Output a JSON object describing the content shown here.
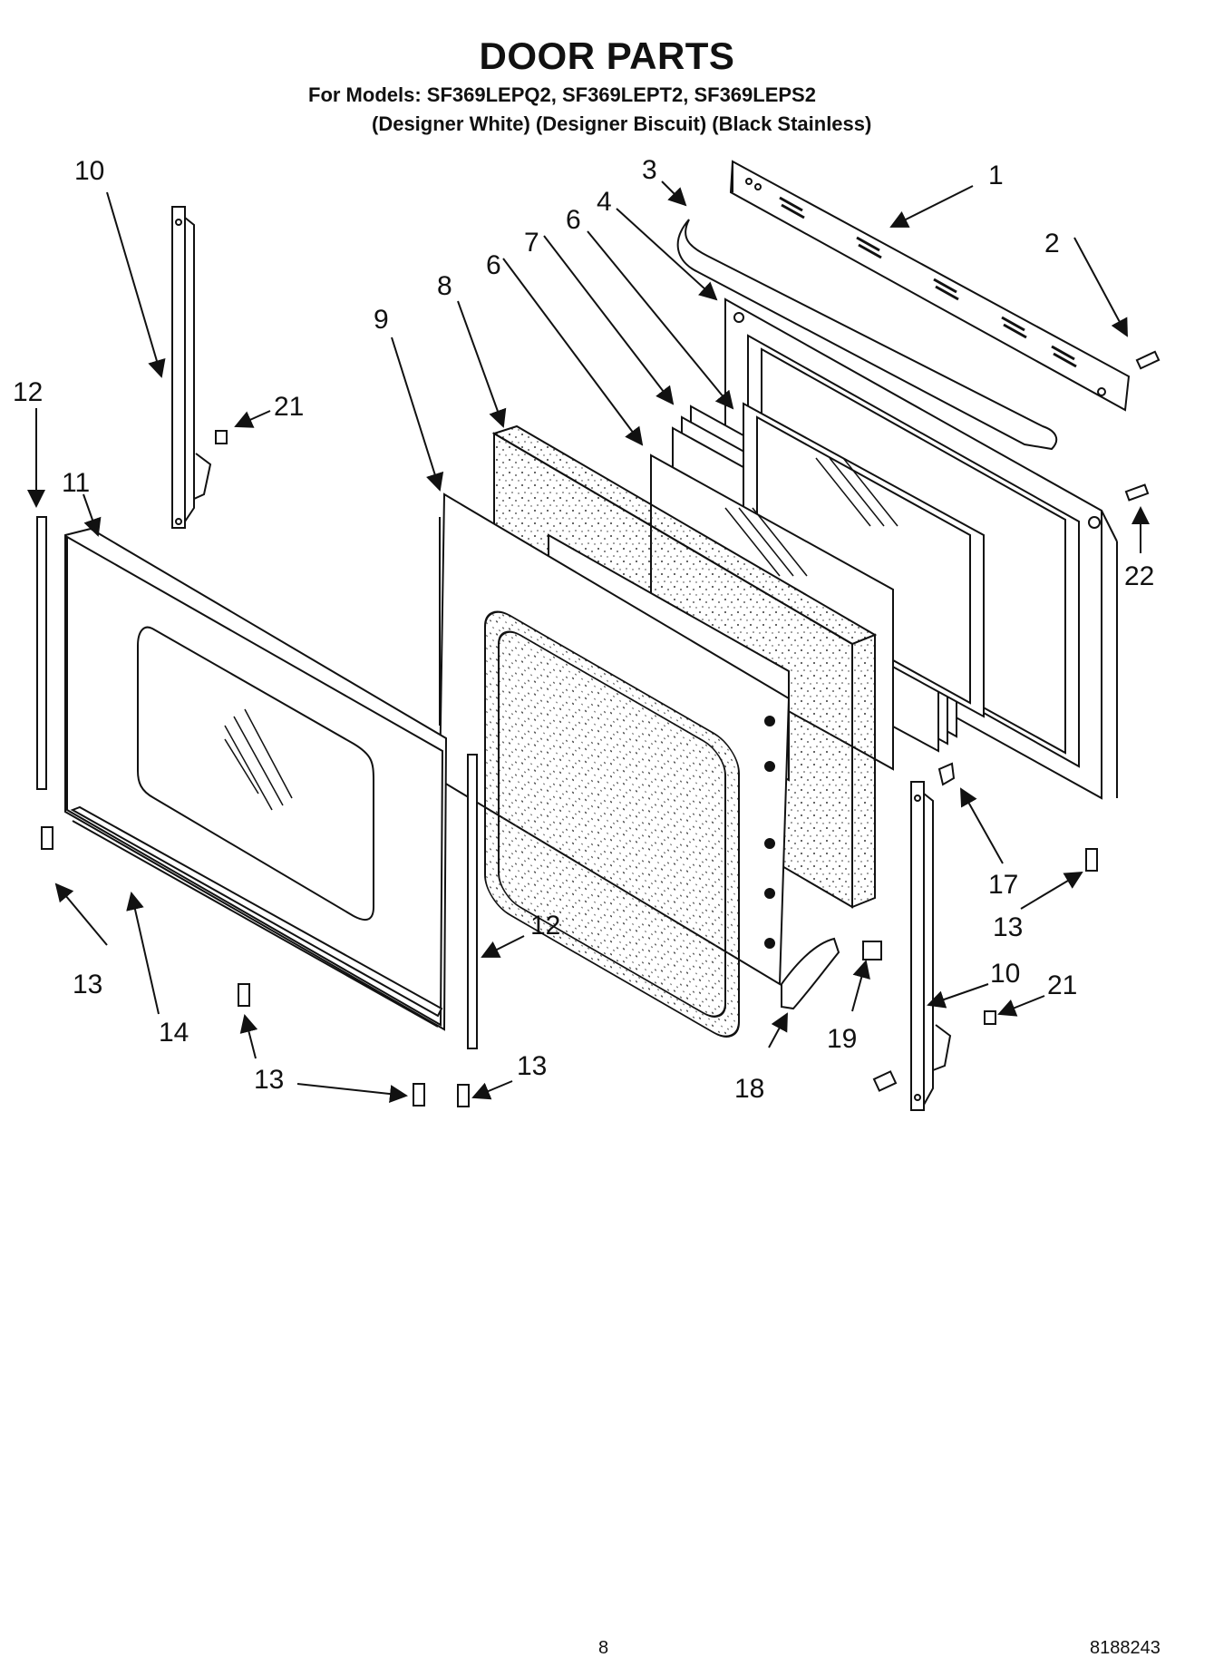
{
  "header": {
    "title": "DOOR PARTS",
    "models": "For Models: SF369LEPQ2, SF369LEPT2, SF369LEPS2",
    "finishes": "(Designer White) (Designer Biscuit) (Black Stainless)"
  },
  "callouts": {
    "c1": "1",
    "c2": "2",
    "c3": "3",
    "c4": "4",
    "c6a": "6",
    "c6b": "6",
    "c7": "7",
    "c8": "8",
    "c9": "9",
    "c10a": "10",
    "c10b": "10",
    "c11": "11",
    "c12a": "12",
    "c12b": "12",
    "c13a": "13",
    "c13b": "13",
    "c13c": "13",
    "c13d": "13",
    "c14": "14",
    "c17": "17",
    "c18": "18",
    "c19": "19",
    "c21a": "21",
    "c21b": "21",
    "c22": "22"
  },
  "footer": {
    "page_number": "8",
    "document_number": "8188243"
  }
}
